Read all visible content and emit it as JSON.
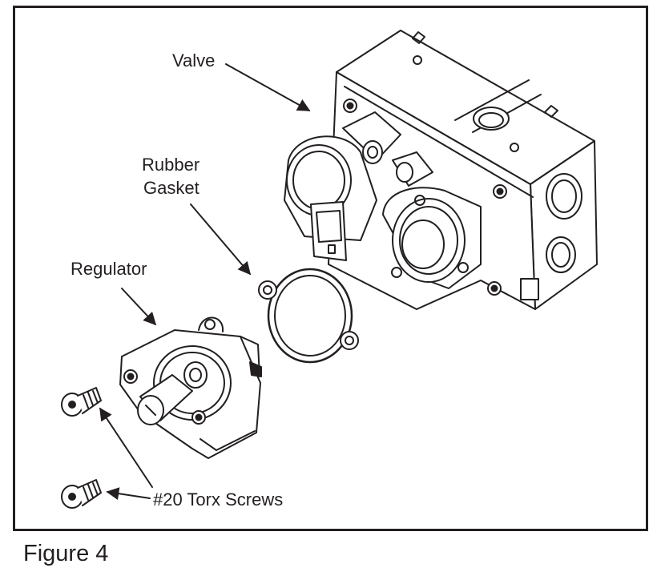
{
  "labels": {
    "valve": "Valve",
    "rubber_gasket_line1": "Rubber",
    "rubber_gasket_line2": "Gasket",
    "regulator": "Regulator",
    "screws": "#20 Torx Screws"
  },
  "caption": "Figure 4",
  "colors": {
    "ink": "#231f20",
    "paper": "#ffffff"
  }
}
